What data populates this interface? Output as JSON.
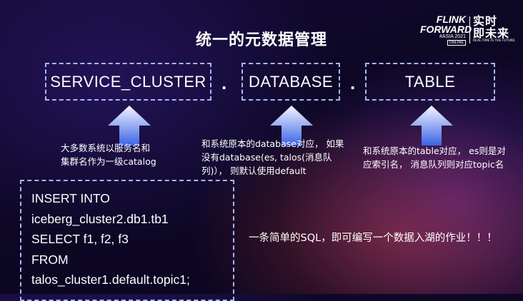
{
  "slide": {
    "title": "统一的元数据管理",
    "logo": {
      "line1": "FLINK",
      "line2": "FORWARD",
      "line3": "#ASIA 2021",
      "badge": "ONLINE",
      "cn_line1": "实时",
      "cn_line2": "即未来",
      "tagline": "REAL-TIME IS THE FUTURE"
    },
    "boxes": [
      "SERVICE_CLUSTER",
      "DATABASE",
      "TABLE"
    ],
    "separators": [
      ".",
      "."
    ],
    "notes": [
      [
        "大多数系统以服务名和",
        "集群名作为一级catalog"
      ],
      [
        "和系统原本的database对应， 如果",
        "没有database(es, talos(消息队",
        "列)）， 则默认使用default"
      ],
      [
        "和系统原本的table对应， es则是对",
        "应索引名， 消息队列则对应topic名"
      ]
    ],
    "code_lines": [
      "INSERT INTO",
      "iceberg_cluster2.db1.tb1",
      "SELECT f1, f2, f3",
      "FROM",
      "talos_cluster1.default.topic1;"
    ],
    "summary": "一条简单的SQL，即可编写一个数据入湖的作业！！！",
    "colors": {
      "dashed_border": "#a7b6ff",
      "arrow_top": "#f4f5ff",
      "arrow_bottom": "#3b63e6",
      "background": "#0d0724"
    }
  }
}
